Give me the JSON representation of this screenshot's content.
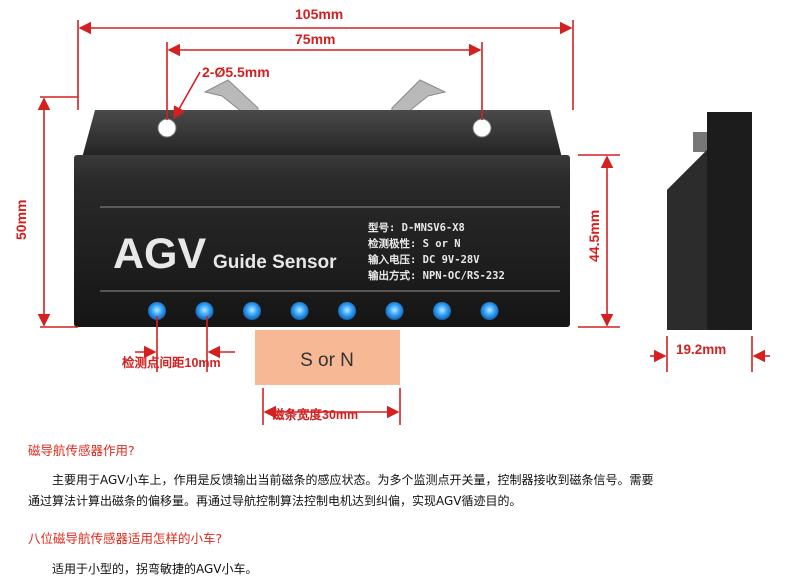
{
  "dimensions": {
    "overall_width": "105mm",
    "hole_spacing": "75mm",
    "hole_dia": "2-Ø5.5mm",
    "height_total": "50mm",
    "height_body": "44.5mm",
    "depth": "19.2mm",
    "point_spacing_label": "检测点间距",
    "point_spacing_value": "10mm",
    "strip_width_label": "磁条宽度",
    "strip_width_value": "30mm"
  },
  "product": {
    "brand": "AGV",
    "name": "Guide Sensor",
    "spec_lines": [
      "型号: D-MNSV6-X8",
      "检测极性: S or N",
      "输入电压: DC 9V-28V",
      "输出方式: NPN-OC/RS-232"
    ],
    "led_count": 8,
    "strip_label": "S or N"
  },
  "colors": {
    "dimension": "#d42020",
    "heading": "#e0281c",
    "led": "#36a8ff",
    "strip": "#f7b896",
    "body": "#1c1c1c"
  },
  "sections": [
    {
      "title": "磁导航传感器作用?",
      "body_lines": [
        "主要用于AGV小车上，作用是反馈输出当前磁条的感应状态。为多个监测点开关量，控制器接收到磁条信号。需要",
        "通过算法计算出磁条的偏移量。再通过导航控制算法控制电机达到纠偏，实现AGV循迹目的。"
      ]
    },
    {
      "title": "八位磁导航传感器适用怎样的小车?",
      "body_lines": [
        "适用于小型的，拐弯敏捷的AGV小车。"
      ]
    }
  ]
}
